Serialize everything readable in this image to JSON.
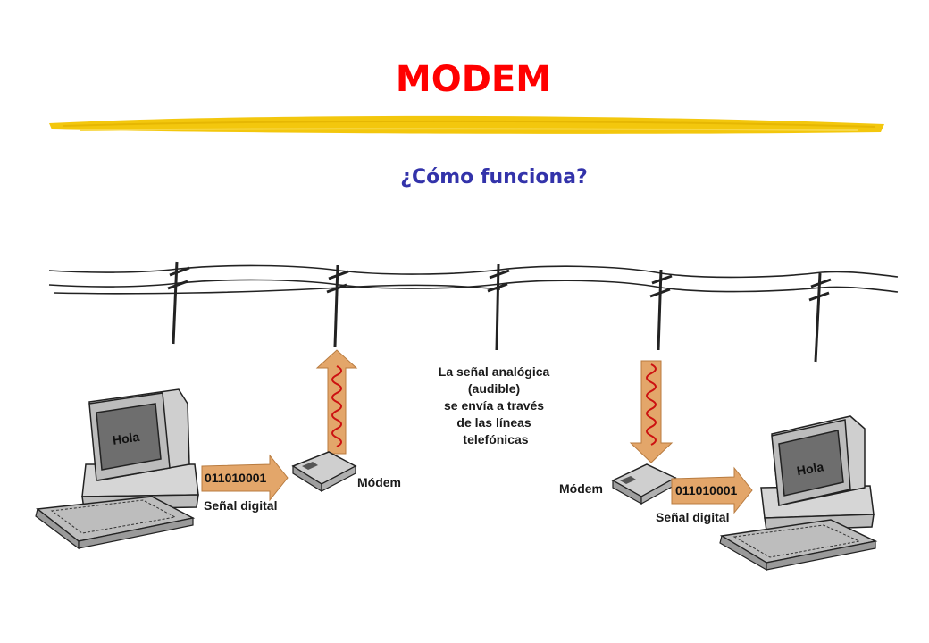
{
  "slide": {
    "title": "MODEM",
    "subtitle": "¿Cómo funciona?"
  },
  "diagram": {
    "screen_text_left": "Hola",
    "screen_text_right": "Hola",
    "bits_left": "011010001",
    "bits_right": "011010001",
    "digital_label_left": "Señal digital",
    "digital_label_right": "Señal digital",
    "modem_label_left": "Módem",
    "modem_label_right": "Módem",
    "analog_caption": [
      "La señal analógica",
      "(audible)",
      "se envía a través",
      "de las líneas",
      "telefónicas"
    ]
  },
  "colors": {
    "title": "#ff0000",
    "subtitle": "#3333aa",
    "highlight_stroke": "#f2c400",
    "arrow_fill": "#e3a66a",
    "wave": "#cc1111"
  }
}
